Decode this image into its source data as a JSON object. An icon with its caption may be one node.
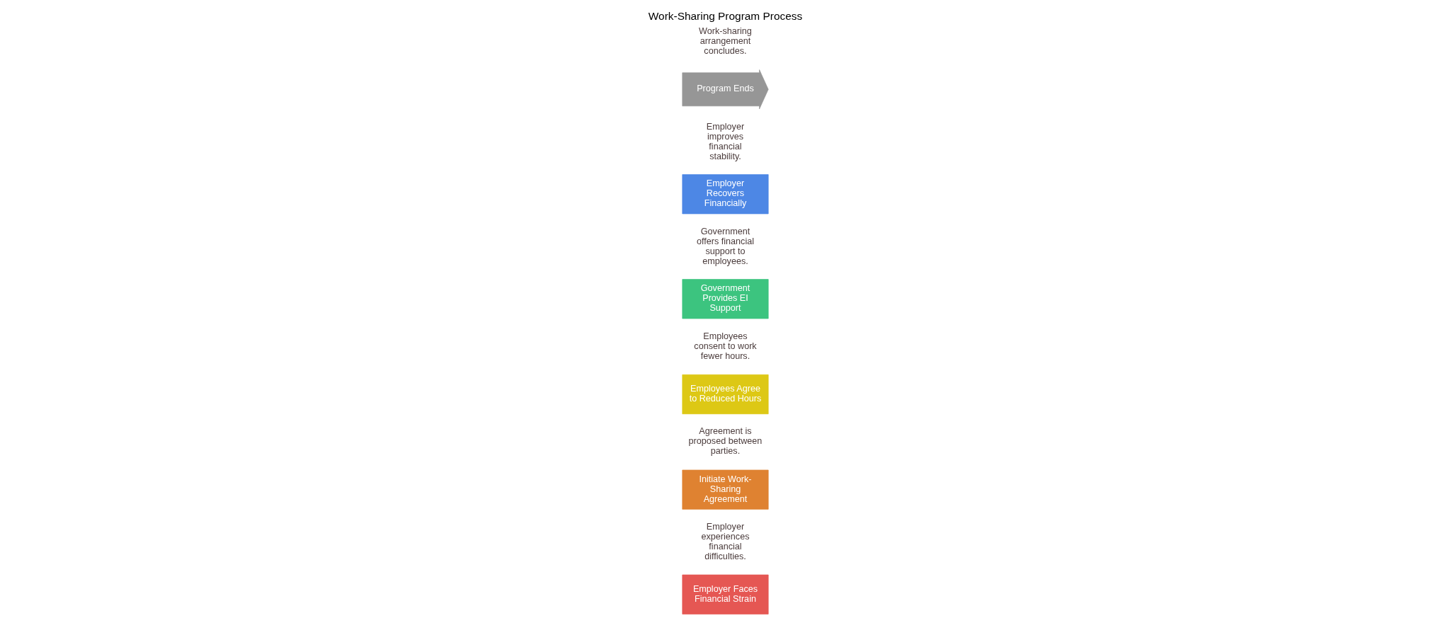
{
  "diagram": {
    "title": "Work-Sharing Program Process",
    "nodes": [
      {
        "text": [
          "Employer Faces Financial Strain"
        ],
        "beside": [
          "Employer experiences financial difficulties."
        ]
      },
      {
        "text": [
          "Initiate Work-Sharing Agreement"
        ],
        "beside": [
          "Agreement is proposed between parties."
        ]
      },
      {
        "text": [
          "Employees Agree to Reduced Hours"
        ],
        "beside": [
          "Employees consent to work fewer hours."
        ]
      },
      {
        "text": [
          "Government Provides EI Support"
        ],
        "beside": [
          "Government offers financial support to employees."
        ]
      },
      {
        "text": [
          "Employer Recovers Financially"
        ],
        "beside": [
          "Employer improves financial stability."
        ]
      },
      {
        "text": [
          "Program Ends"
        ],
        "beside": [
          "Work-sharing arrangement concludes."
        ]
      }
    ],
    "edges": []
  }
}
